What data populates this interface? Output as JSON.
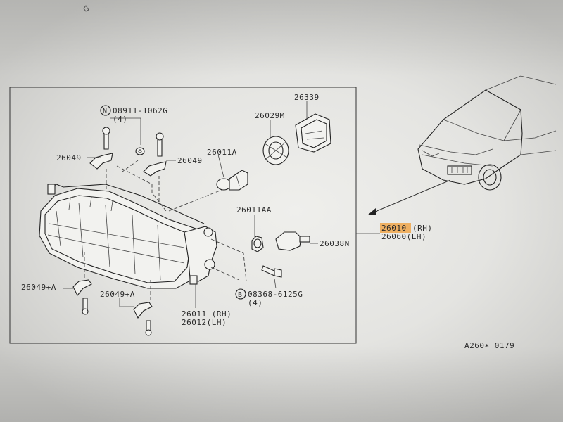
{
  "diagram": {
    "parts": {
      "bolt_a": "08911-1062G",
      "bolt_a_qty": "(4)",
      "bracket_left": "26049",
      "bracket_right": "26049",
      "bulb_main": "26011A",
      "cap": "26029M",
      "socket_cover": "26339",
      "bulb_small": "26011AA",
      "socket_small": "26038N",
      "headlamp_rh": "26011 (RH)",
      "headlamp_lh": "26012(LH)",
      "bolt_b": "08368-6125G",
      "bolt_b_qty": "(4)",
      "bracket_lower_1": "26049+A",
      "bracket_lower_2": "26049+A",
      "assy_rh_code": "26010",
      "assy_rh_side": "(RH)",
      "assy_lh": "26060(LH)",
      "circle_n": "N",
      "circle_b": "B"
    },
    "figure_code": "A260∗ 0179",
    "highlight_color": "#f0a64a"
  }
}
